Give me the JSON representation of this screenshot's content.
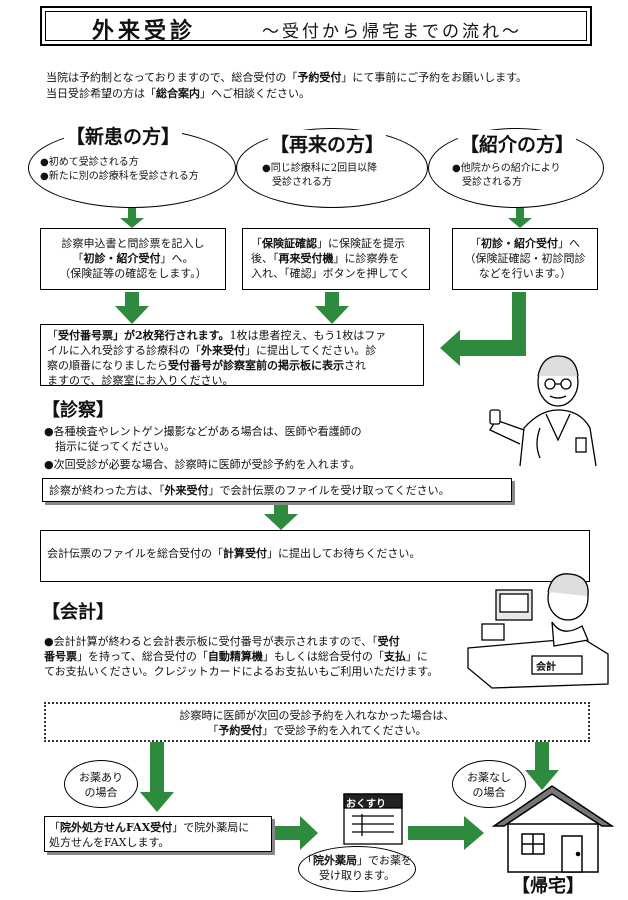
{
  "title": {
    "main": "外来受診",
    "sub": "～受付から帰宅までの流れ～"
  },
  "intro": {
    "line1_pre": "当院は予約制となっておりますので、総合受付の「",
    "line1_bold": "予約受付",
    "line1_post": "」にて事前にご予約をお願いします。",
    "line2_pre": "当日受診希望の方は「",
    "line2_bold": "総合案内",
    "line2_post": "」へご相談ください。"
  },
  "patients": [
    {
      "title": "【新患の方】",
      "items": [
        "●初めて受診される方",
        "●新たに別の診療科を受診される方"
      ]
    },
    {
      "title": "【再来の方】",
      "items": [
        "●同じ診療科に2回目以降",
        "　受診される方"
      ]
    },
    {
      "title": "【紹介の方】",
      "items": [
        "●他院からの紹介により",
        "　受診される方"
      ]
    }
  ],
  "steps": {
    "new": {
      "l1": "診察申込書と問診票を記入し",
      "l2_pre": "「",
      "l2_bold": "初診・紹介受付",
      "l2_post": "」へ。",
      "l3": "（保険証等の確認をします。）"
    },
    "repeat": {
      "l1_pre": "「",
      "l1_bold": "保険証確認",
      "l1_post": "」に保険証を提示",
      "l2_pre": "後、「",
      "l2_bold": "再来受付機",
      "l2_post": "」に診察券を",
      "l3": "入れ、「確認」ボタンを押してく"
    },
    "referral": {
      "l1_pre": "「",
      "l1_bold": "初診・紹介受付",
      "l1_post": "」へ",
      "l2": "（保険証確認・初診問診",
      "l3": "などを行います。）"
    }
  },
  "reception": {
    "l1_pre": "「",
    "l1_bold": "受付番号票",
    "l1_post": "」が2枚発行されます。",
    "l1_rest": "1枚は患者控え、もう1枚はファ",
    "l2_pre": "イルに入れ受診する診療科の「",
    "l2_bold": "外来受付",
    "l2_post": "」に提出してください。診",
    "l3_pre": "察の順番になりましたら",
    "l3_bold": "受付番号が診察室前の掲示板に表示",
    "l3_post": "され",
    "l4": "ますので、診察室にお入りください。"
  },
  "exam": {
    "heading": "【診察】",
    "b1_l1": "●各種検査やレントゲン撮影などがある場合は、医師や看護師の",
    "b1_l2": "　指示に従ってください。",
    "b2": "●次回受診が必要な場合、診察時に医師が受診予約を入れます。",
    "after_pre": "診察が終わった方は、「",
    "after_bold": "外来受付",
    "after_post": "」で会計伝票のファイルを受け取ってください。"
  },
  "submit": {
    "pre": "会計伝票のファイルを総合受付の「",
    "bold": "計算受付",
    "post": "」に提出してお待ちください。"
  },
  "payment": {
    "heading": "【会計】",
    "l1_pre": "●会計計算が終わると会計表示板に受付番号が表示されますので、「",
    "l1_bold": "受付",
    "l2_bold": "番号票",
    "l2_mid": "」を持って、総合受付の「",
    "l2_bold2": "自動精算機",
    "l2_mid2": "」もしくは総合受付の「",
    "l2_bold3": "支払",
    "l2_post": "」に",
    "l3": "てお支払いください。クレジットカードによるお支払いもご利用いただけます。",
    "sign": "会計"
  },
  "notice": {
    "l1": "診察時に医師が次回の受診予約を入れなかった場合は、",
    "l2_pre": "「",
    "l2_bold": "予約受付",
    "l2_post": "」で受診予約を入れてください。"
  },
  "medicine_yes": {
    "l1": "お薬あり",
    "l2": "の場合"
  },
  "medicine_no": {
    "l1": "お薬なし",
    "l2": "の場合"
  },
  "fax": {
    "l1_pre": "「",
    "l1_bold": "院外処方せんFAX受付",
    "l1_post": "」で院外薬局に",
    "l2": "処方せんをFAXします。"
  },
  "pharmacy": {
    "sign": "おくすり",
    "l1_pre": "「",
    "l1_bold": "院外薬局",
    "l1_post": "」でお薬を",
    "l2": "受け取ります。"
  },
  "home": {
    "label": "【帰宅】"
  },
  "colors": {
    "arrow": "#2e8b3e",
    "text": "#111111"
  }
}
